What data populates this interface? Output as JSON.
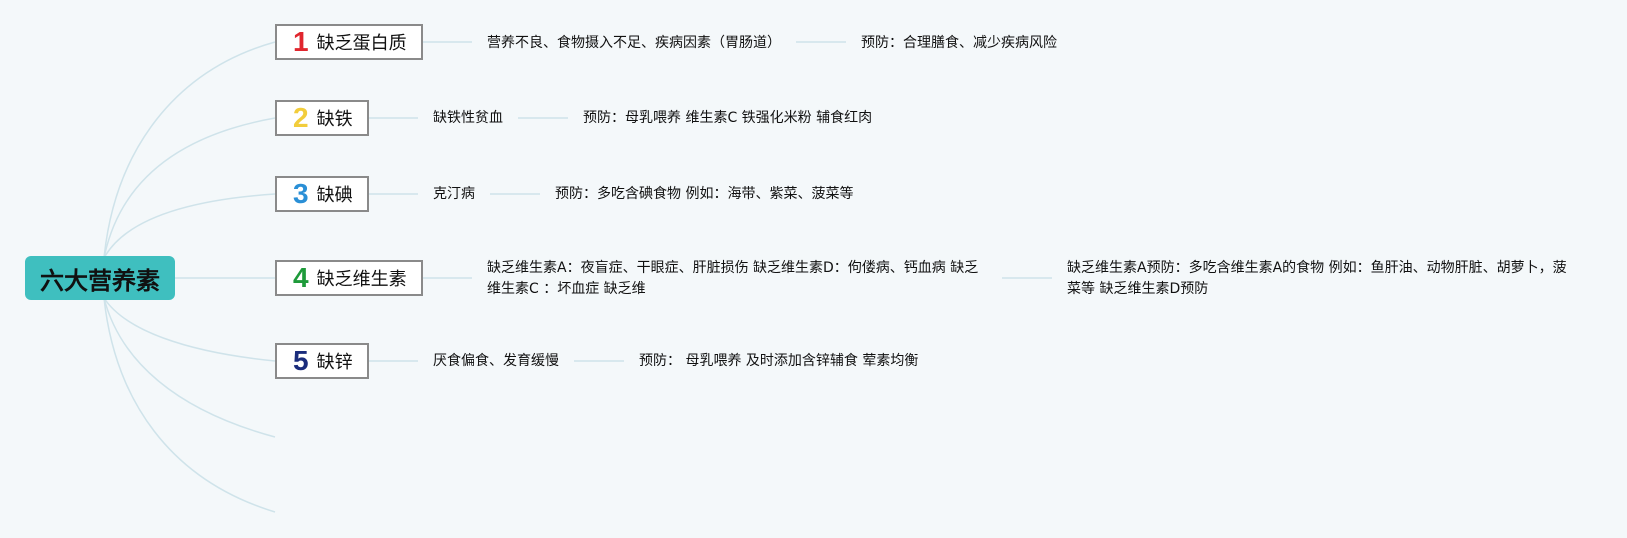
{
  "root": {
    "title": "六大营养素"
  },
  "topics": [
    {
      "number": "1",
      "color": "#e0262e",
      "label": "缺乏蛋白质",
      "cause": "营养不良、食物摄入不足、疾病因素（胃肠道）",
      "prevention": "预防：合理膳食、减少疾病风险"
    },
    {
      "number": "2",
      "color": "#f2cd3c",
      "label": "缺铁",
      "cause": "缺铁性贫血",
      "prevention": "预防：母乳喂养 维生素C 铁强化米粉 辅食红肉"
    },
    {
      "number": "3",
      "color": "#2a8fd6",
      "label": "缺碘",
      "cause": "克汀病",
      "prevention": "预防：多吃含碘食物 例如：海带、紫菜、菠菜等"
    },
    {
      "number": "4",
      "color": "#1e9a3a",
      "label": "缺乏维生素",
      "cause": "缺乏维生素A：夜盲症、干眼症、肝脏损伤 缺乏维生素D：佝偻病、钙血病 缺乏维生素C ：坏血症 缺乏维",
      "prevention": "缺乏维生素A预防：多吃含维生素A的食物 例如：鱼肝油、动物肝脏、胡萝卜，菠菜等 缺乏维生素D预防"
    },
    {
      "number": "5",
      "color": "#1a2c7c",
      "label": "缺锌",
      "cause": "厌食偏食、发育缓慢",
      "prevention": "预防： 母乳喂养 及时添加含锌辅食 荤素均衡"
    }
  ],
  "style": {
    "branch_color": "#cfe3ea",
    "root_color": "#3fbfbf",
    "background": "#f4f8fa"
  }
}
